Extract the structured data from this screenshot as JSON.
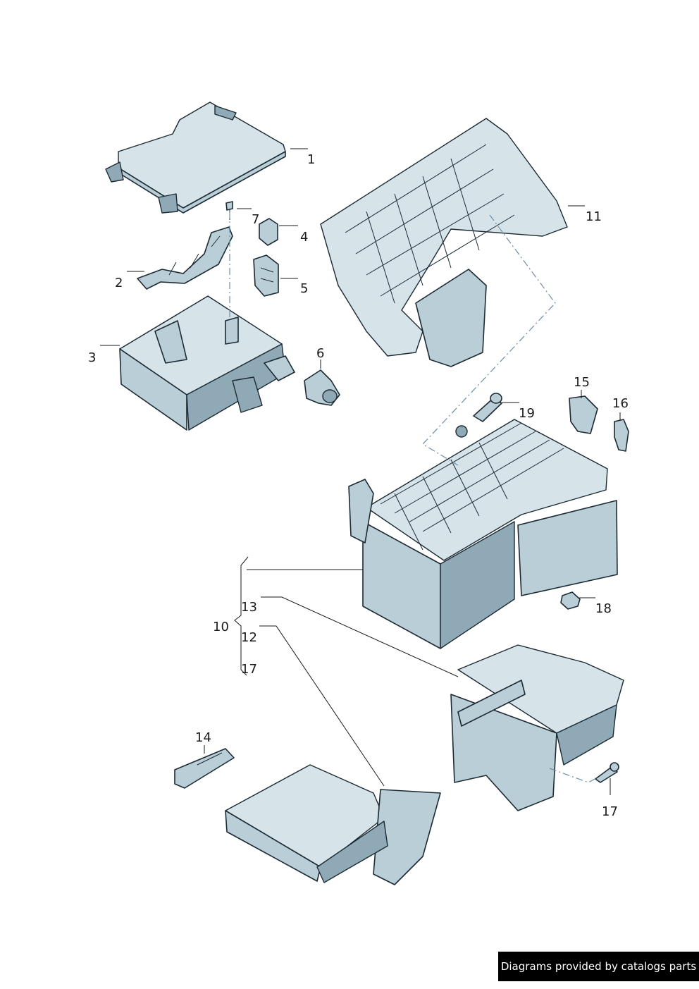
{
  "callouts": {
    "c1": "1",
    "c2": "2",
    "c3": "3",
    "c4": "4",
    "c5": "5",
    "c6": "6",
    "c7": "7",
    "c10": "10",
    "c11": "11",
    "c12": "12",
    "c13": "13",
    "c14": "14",
    "c15": "15",
    "c16": "16",
    "c17a": "17",
    "c17b": "17",
    "c18": "18",
    "c19": "19"
  },
  "footer": {
    "credit": "Diagrams provided by catalogs parts"
  },
  "colors": {
    "part_fill": "#b9ced6",
    "part_light": "#d6e4ea",
    "part_dark": "#8faab6",
    "outline": "#1c2a33",
    "dash": "#6b8fa6",
    "credit_bg": "#000000"
  }
}
